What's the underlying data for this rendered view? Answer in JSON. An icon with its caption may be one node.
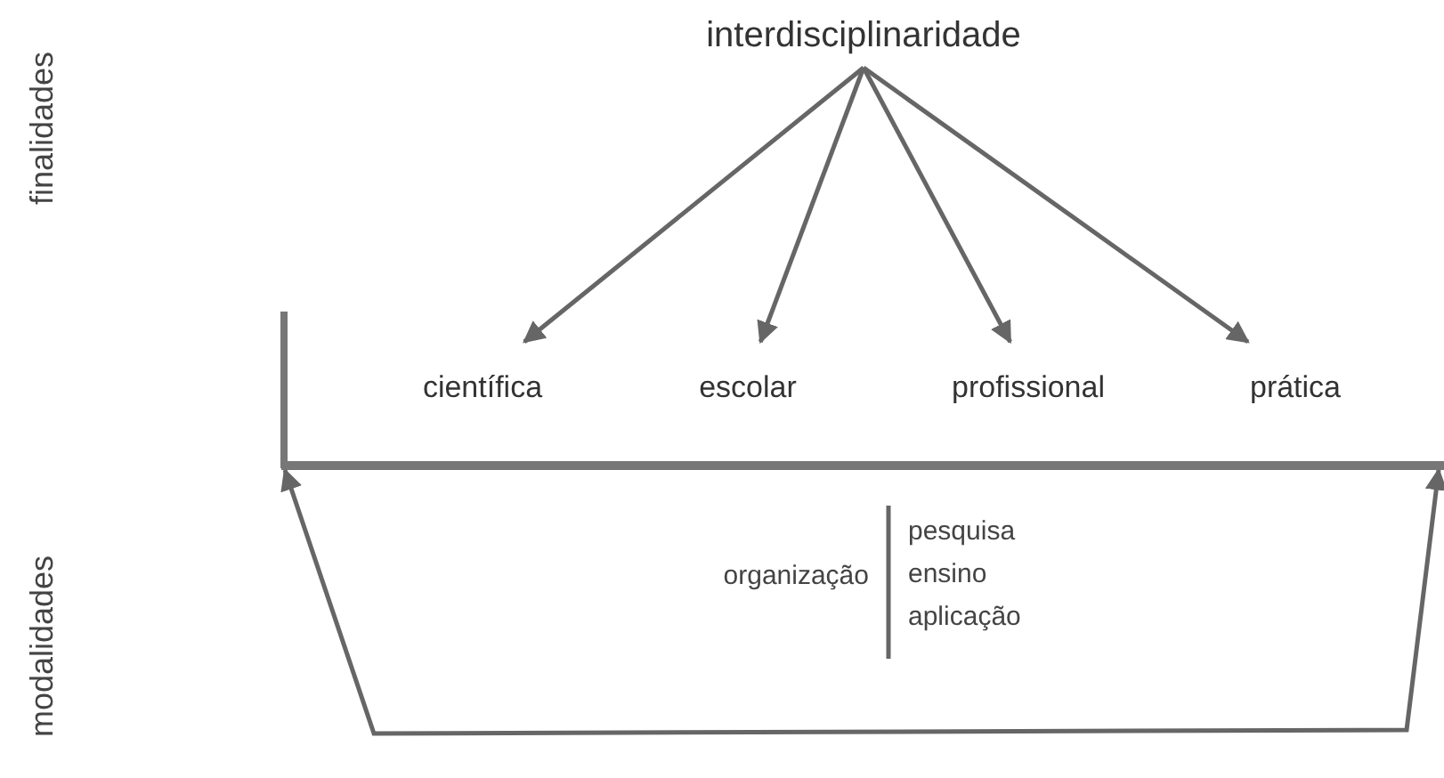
{
  "diagram": {
    "nodes": [
      {
        "text": [
          "interdisciplinaridade"
        ]
      },
      {
        "text": [
          "científica"
        ]
      },
      {
        "text": [
          "escolar"
        ]
      },
      {
        "text": [
          "profissional"
        ]
      },
      {
        "text": [
          "prática"
        ]
      },
      {
        "text": [],
        "shape": "bar"
      }
    ],
    "edges": [
      {
        "from": 0,
        "to": 1,
        "arrow": "to"
      },
      {
        "from": 0,
        "to": 2,
        "arrow": "to"
      },
      {
        "from": 0,
        "to": 3,
        "arrow": "to"
      },
      {
        "from": 0,
        "to": 4,
        "arrow": "to"
      },
      {
        "from": 5,
        "to": 5,
        "arrow": "both"
      }
    ],
    "labels": [
      "finalidades",
      "modalidades",
      "organização",
      "pesquisa",
      "ensino",
      "aplicação"
    ]
  }
}
